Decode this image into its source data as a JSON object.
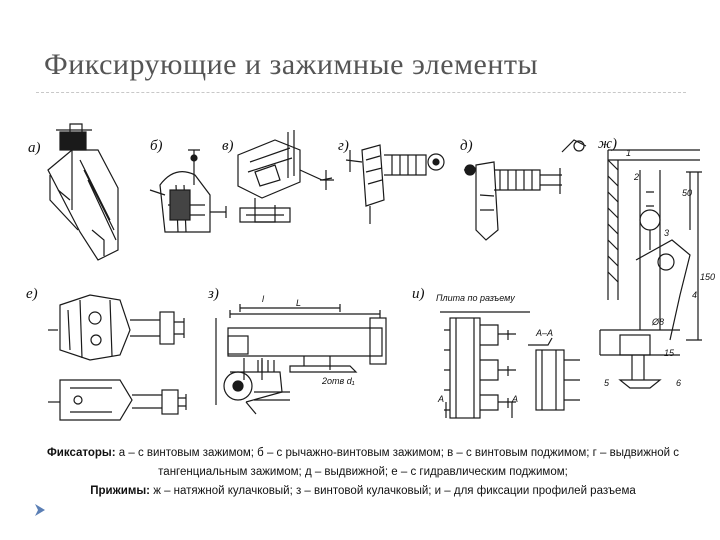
{
  "title": "Фиксирующие и зажимные элементы",
  "labels": {
    "a": "а)",
    "b": "б)",
    "v": "в)",
    "g": "г)",
    "d": "д)",
    "zh": "ж)",
    "e": "е)",
    "z": "з)",
    "i": "и)"
  },
  "annotations": {
    "plate": "Плита по разъему",
    "section": "А–А",
    "section_mark_left": "А",
    "section_mark_right": "А",
    "dim_zh_1": "50",
    "dim_zh_2": "150",
    "dim_zh_3": "Ø8",
    "dim_zh_4": "15",
    "dim_z_1": "2отв d₁",
    "dim_z_2": "L",
    "dim_z_3": "l",
    "num_1": "1",
    "num_2": "2",
    "num_3": "3",
    "num_4": "4",
    "num_5": "5",
    "num_6": "6"
  },
  "caption": {
    "fix_heading": "Фиксаторы:",
    "fix_text": "а – с винтовым зажимом; б – с рычажно-винтовым зажимом; в – с винтовым поджимом; г – выдвижной с тангенциальным зажимом; д – выдвижной; е – с гидравлическим поджимом;",
    "clamp_heading": "Прижимы:",
    "clamp_text": "ж – натяжной кулачковый; з – винтовой кулачковый; и – для фиксации профилей разъема"
  },
  "colors": {
    "title": "#555555",
    "bullet": "#5b7fb5",
    "ink": "#111111"
  }
}
